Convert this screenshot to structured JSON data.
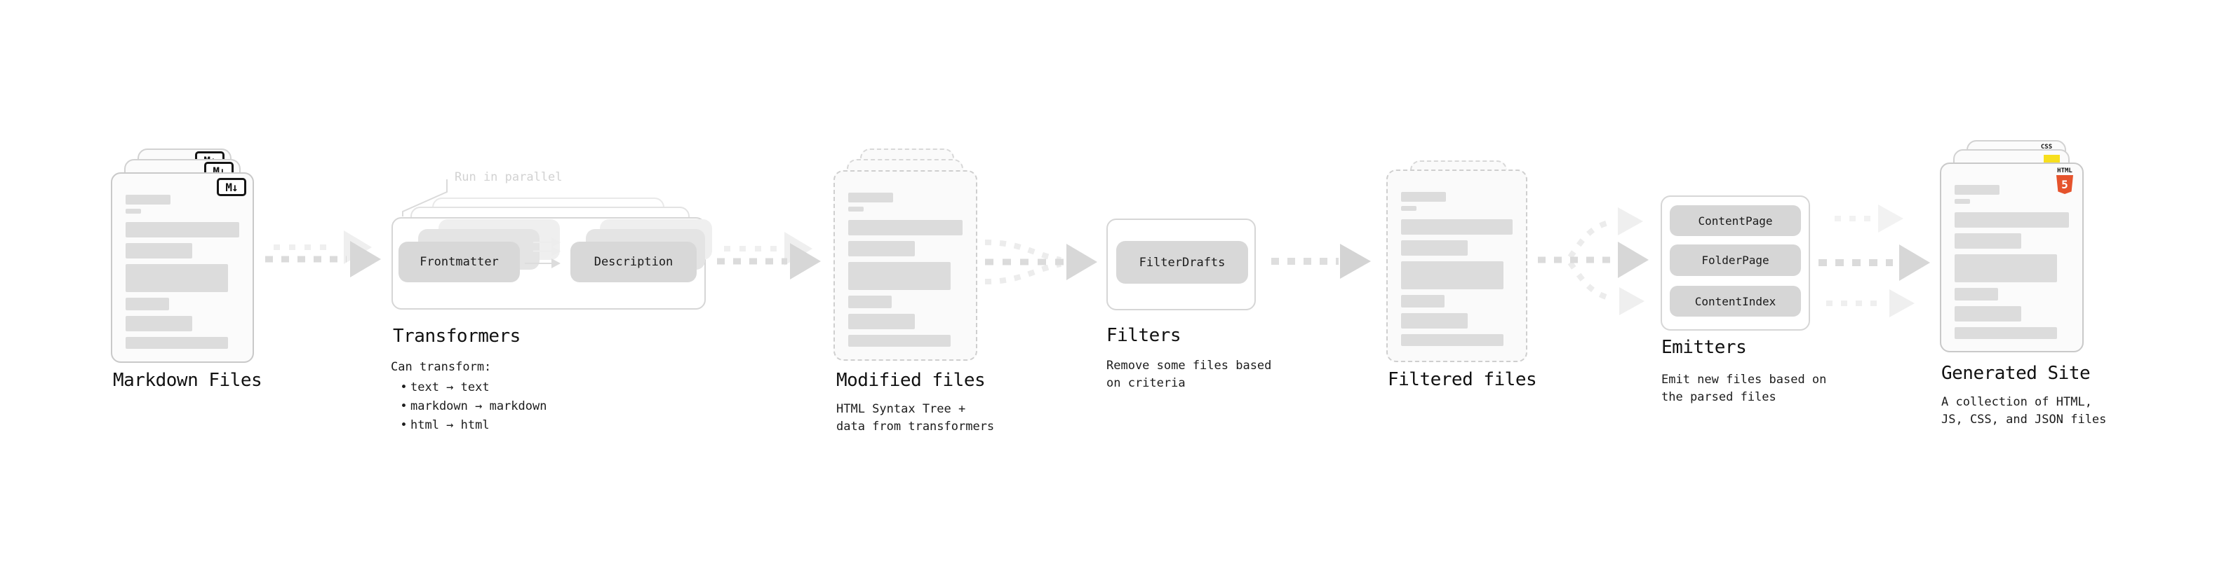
{
  "ui": {
    "bullet": "•"
  },
  "colors": {
    "accent_orange": "#e5532c",
    "accent_yellow": "#f7df1e",
    "accent_blue": "#2760e5",
    "dash_dark": "#dbdbdb",
    "dash_light": "#efefef"
  },
  "stages": {
    "markdown": {
      "title": "Markdown Files",
      "badge": "M↓"
    },
    "transformers": {
      "title": "Transformers",
      "callout": "Run in parallel",
      "button_left": "Frontmatter",
      "button_right": "Description",
      "desc_heading": "Can transform:",
      "bullets": [
        "text → text",
        "markdown → markdown",
        "html → html"
      ]
    },
    "modified": {
      "title": "Modified files",
      "desc": [
        "HTML Syntax Tree +",
        "data from transformers"
      ]
    },
    "filters": {
      "title": "Filters",
      "button": "FilterDrafts",
      "desc": [
        "Remove some files based",
        "on criteria"
      ]
    },
    "filtered": {
      "title": "Filtered files"
    },
    "emitters": {
      "title": "Emitters",
      "buttons": [
        "ContentPage",
        "FolderPage",
        "ContentIndex"
      ],
      "desc": [
        "Emit new files based on",
        "the parsed files"
      ]
    },
    "generated": {
      "title": "Generated Site",
      "desc": [
        "A collection of HTML,",
        "JS, CSS, and JSON files"
      ],
      "css_badge": "CSS",
      "html_badge_label": "HTML",
      "html_badge_number": "5"
    }
  }
}
